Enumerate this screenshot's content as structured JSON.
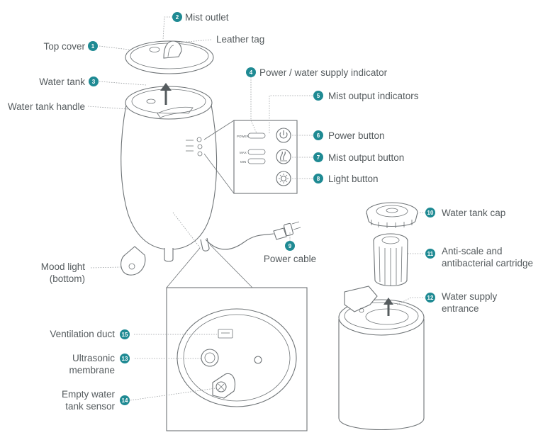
{
  "accent_color": "#1f8a93",
  "callouts": [
    {
      "num": "1",
      "label": "Top cover"
    },
    {
      "num": "2",
      "label": "Mist outlet"
    },
    {
      "num": "3",
      "label": "Water tank"
    },
    {
      "num": "4",
      "label": "Power / water supply indicator"
    },
    {
      "num": "5",
      "label": "Mist output indicators"
    },
    {
      "num": "6",
      "label": "Power button"
    },
    {
      "num": "7",
      "label": "Mist output button"
    },
    {
      "num": "8",
      "label": "Light button"
    },
    {
      "num": "9",
      "label": "Power cable"
    },
    {
      "num": "10",
      "label": "Water tank cap"
    },
    {
      "num": "11",
      "label": "Anti-scale and",
      "label2": "antibacterial cartridge"
    },
    {
      "num": "12",
      "label": "Water supply",
      "label2": "entrance"
    },
    {
      "num": "13",
      "label": "Ultrasonic",
      "label2": "membrane"
    },
    {
      "num": "14",
      "label": "Empty water",
      "label2": "tank sensor"
    },
    {
      "num": "15",
      "label": "Ventilation duct"
    }
  ],
  "plain_labels": {
    "leather_tag": "Leather tag",
    "water_tank_handle": "Water tank handle",
    "mood_light_1": "Mood light",
    "mood_light_2": "(bottom)"
  },
  "panel_text": {
    "power": "POWER",
    "max": "MAX",
    "min": "MIN"
  },
  "icons": [
    "power-icon",
    "mist-icon",
    "light-icon",
    "arrow-up-icon"
  ]
}
